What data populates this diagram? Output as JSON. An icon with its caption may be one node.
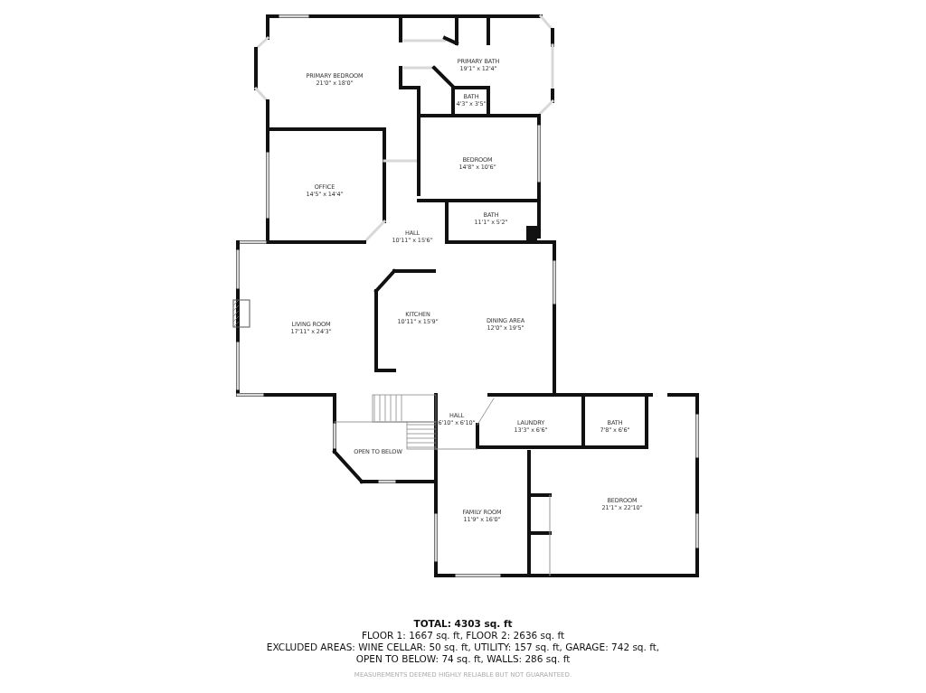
{
  "diagram": {
    "nodes": [
      {
        "text": [
          "PRIMARY BEDROOM",
          "21'0\" x 18'0\""
        ]
      },
      {
        "text": [
          "PRIMARY BATH",
          "19'1\" x 12'4\""
        ]
      },
      {
        "text": [
          "BATH",
          "4'3\" x 3'5\""
        ]
      },
      {
        "text": [
          "OFFICE",
          "14'5\" x 14'4\""
        ]
      },
      {
        "text": [
          "BEDROOM",
          "14'8\" x 10'6\""
        ]
      },
      {
        "text": [
          "HALL",
          "10'11\" x 15'6\""
        ]
      },
      {
        "text": [
          "BATH",
          "11'1\" x 5'2\""
        ]
      },
      {
        "text": [
          "LIVING ROOM",
          "17'11\" x 24'3\""
        ]
      },
      {
        "text": [
          "KITCHEN",
          "10'11\" x 15'9\""
        ]
      },
      {
        "text": [
          "DINING AREA",
          "12'0\" x 19'5\""
        ]
      },
      {
        "text": [
          "HALL",
          "6'10\" x 6'10\""
        ]
      },
      {
        "text": [
          "LAUNDRY",
          "13'3\" x 6'6\""
        ]
      },
      {
        "text": [
          "BATH",
          "7'8\" x 6'6\""
        ]
      },
      {
        "text": [
          "OPEN TO BELOW"
        ]
      },
      {
        "text": [
          "FAMILY ROOM",
          "11'9\" x 16'0\""
        ]
      },
      {
        "text": [
          "BEDROOM",
          "21'1\" x 22'10\""
        ]
      }
    ],
    "labels": [
      "TOTAL: 4303 sq. ft",
      "FLOOR 1: 1667 sq. ft, FLOOR 2: 2636 sq. ft",
      "EXCLUDED AREAS: WINE CELLAR: 50 sq. ft, UTILITY: 157 sq. ft, GARAGE: 742 sq. ft, OPEN TO BELOW: 74 sq. ft, WALLS: 286 sq. ft",
      "MEASUREMENTS DEEMED HIGHLY RELIABLE BUT NOT GUARANTEED."
    ]
  }
}
